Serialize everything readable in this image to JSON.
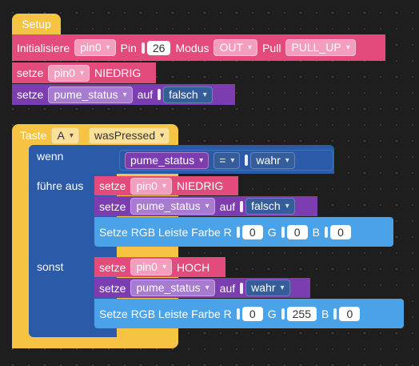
{
  "setup": {
    "hat_label": "Setup",
    "initialize": {
      "label": "Initialisiere",
      "pin": "pin0",
      "pin_label": "Pin",
      "pin_number": "26",
      "mode_label": "Modus",
      "mode": "OUT",
      "pull_label": "Pull",
      "pull": "PULL_UP"
    },
    "set_pin": {
      "label": "setze",
      "pin": "pin0",
      "state": "NIEDRIG"
    },
    "set_var": {
      "label": "setze",
      "var": "pume_status",
      "to_label": "auf",
      "value": "falsch"
    }
  },
  "event": {
    "label": "Taste",
    "button": "A",
    "event": "wasPressed",
    "if_label": "wenn",
    "condition": {
      "var": "pume_status",
      "op": "=",
      "value": "wahr"
    },
    "then_label": "führe aus",
    "then": {
      "set_pin": {
        "label": "setze",
        "pin": "pin0",
        "state": "NIEDRIG"
      },
      "set_var": {
        "label": "setze",
        "var": "pume_status",
        "to_label": "auf",
        "value": "falsch"
      },
      "rgb": {
        "label": "Setze RGB Leiste Farbe R",
        "r": "0",
        "g_label": "G",
        "g": "0",
        "b_label": "B",
        "b": "0"
      }
    },
    "else_label": "sonst",
    "else": {
      "set_pin": {
        "label": "setze",
        "pin": "pin0",
        "state": "HOCH"
      },
      "set_var": {
        "label": "setze",
        "var": "pume_status",
        "to_label": "auf",
        "value": "wahr"
      },
      "rgb": {
        "label": "Setze RGB Leiste Farbe R",
        "r": "0",
        "g_label": "G",
        "g": "255",
        "b_label": "B",
        "b": "0"
      }
    }
  },
  "colors": {
    "background": "#1e1e1e",
    "event_yellow": "#f6c343",
    "io_pink": "#e24b7b",
    "variable_purple": "#7b3db0",
    "logic_blue": "#2a5aa8",
    "rgb_light_blue": "#4aa3e8"
  }
}
